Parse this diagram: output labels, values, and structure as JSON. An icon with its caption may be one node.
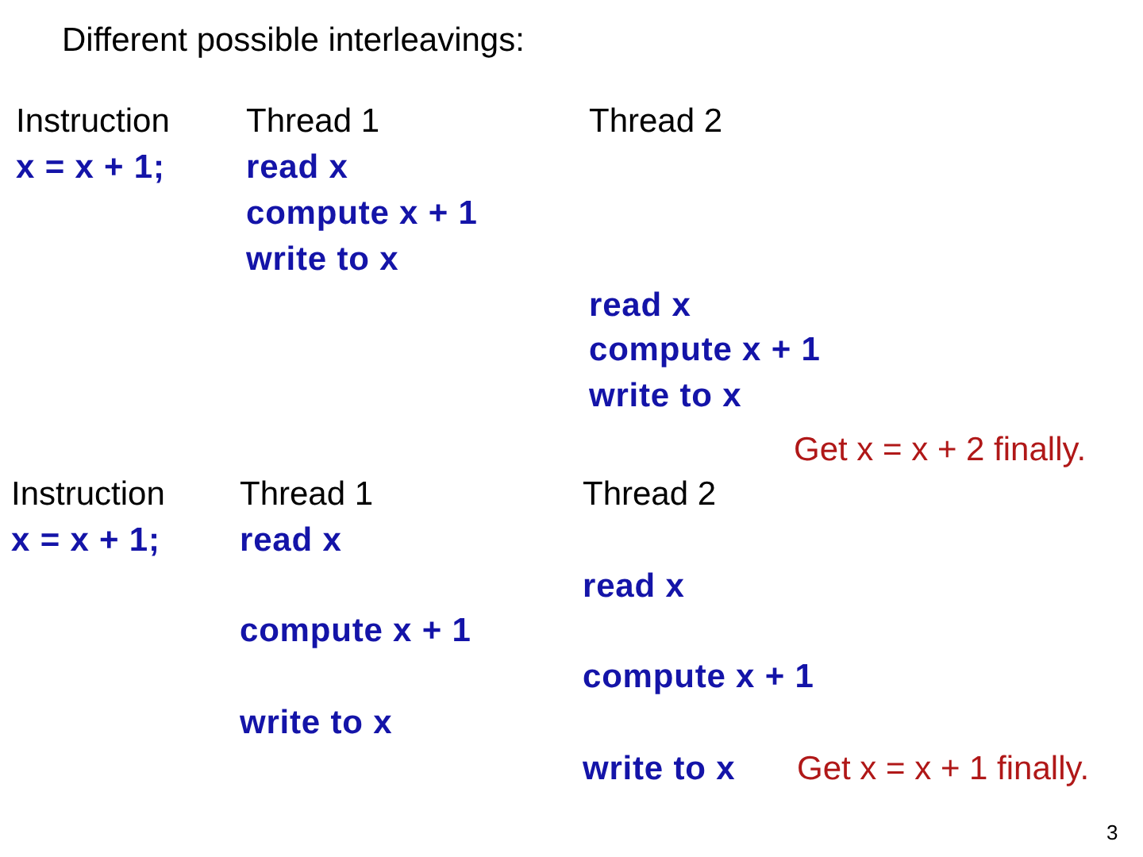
{
  "diagram": {
    "title": "Different possible interleavings:",
    "labels": [
      "Instruction",
      "Thread 1",
      "Thread 2",
      "x = x + 1;",
      "read x",
      "compute x + 1",
      "write to x",
      "read x",
      "compute x + 1",
      "write to x",
      "Get x = x + 2 finally.",
      "Instruction",
      "Thread 1",
      "Thread 2",
      "x = x + 1;",
      "read x",
      "read x",
      "compute x + 1",
      "compute x + 1",
      "write to x",
      "write to x",
      "Get x = x + 1 finally.",
      "3"
    ]
  }
}
